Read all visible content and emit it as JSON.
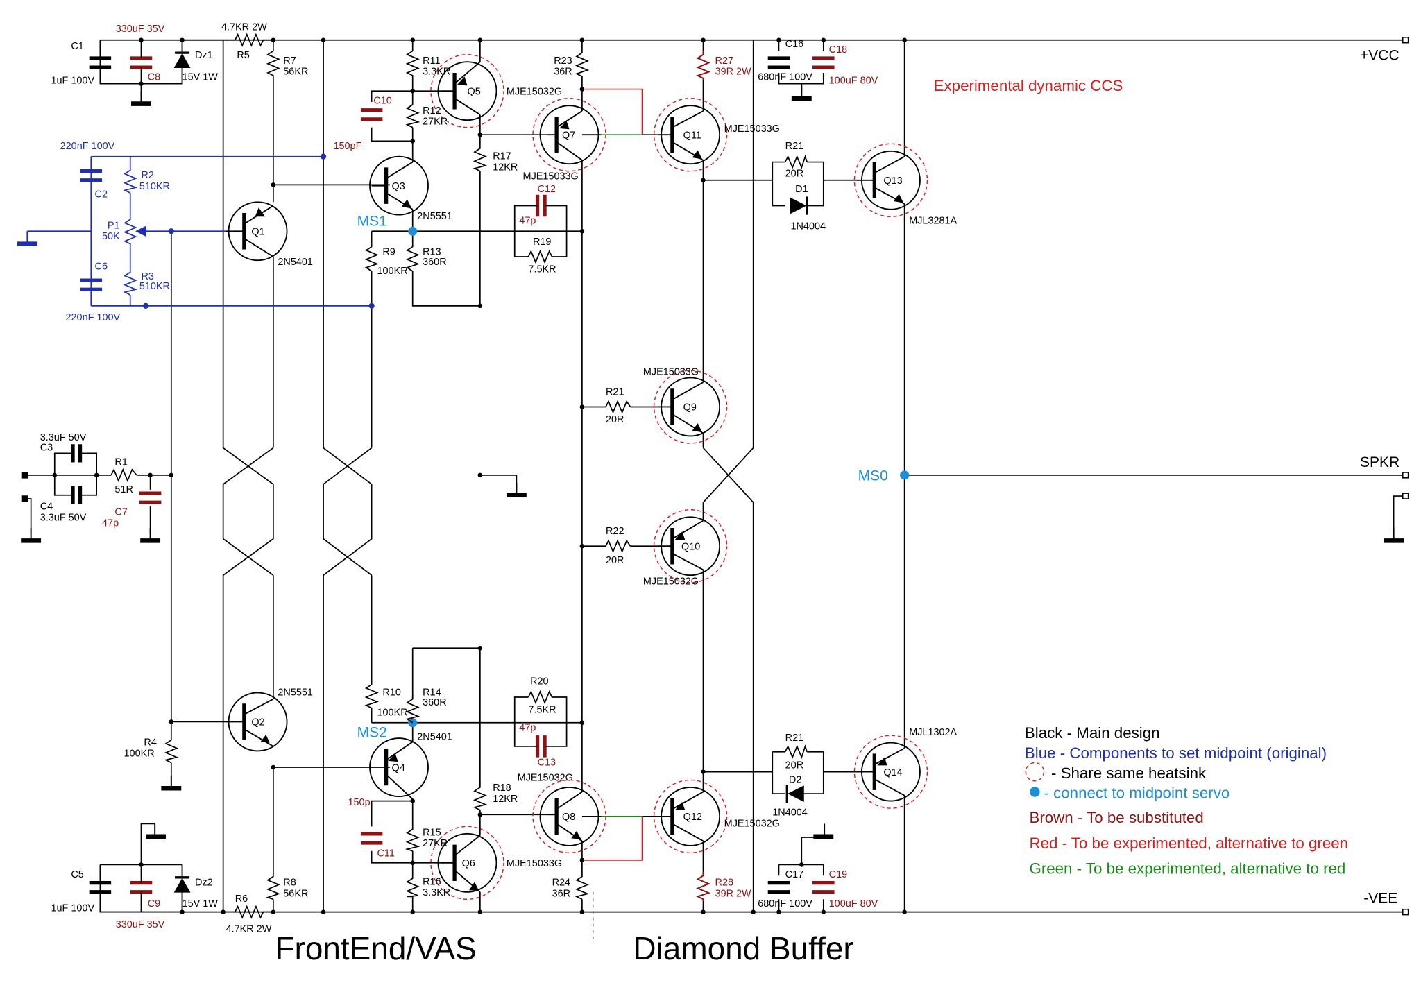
{
  "colors": {
    "main": "#000000",
    "midpoint": "#1f2fb0",
    "servo": "#1e8fd6",
    "substitute": "#8a1414",
    "experiment_red": "#d42020",
    "experiment_green": "#1a8a1a"
  },
  "rails": {
    "vcc": "+VCC",
    "vee": "-VEE",
    "speaker": "SPKR"
  },
  "sections": {
    "frontend": "FrontEnd/VAS",
    "buffer": "Diamond Buffer"
  },
  "note": "Experimental dynamic CCS",
  "nodes": {
    "ms0": "MS0",
    "ms1": "MS1",
    "ms2": "MS2"
  },
  "components": {
    "c1": {
      "ref": "C1",
      "value": "1uF 100V"
    },
    "c8": {
      "ref": "C8",
      "value": "330uF 35V"
    },
    "dz1": {
      "ref": "Dz1",
      "value": "15V 1W"
    },
    "r5": {
      "ref": "R5",
      "value": "4.7KR 2W"
    },
    "r7": {
      "ref": "R7",
      "value": "56KR"
    },
    "r11": {
      "ref": "R11",
      "value": "3.3KR"
    },
    "r12": {
      "ref": "R12",
      "value": "27KR"
    },
    "c10": {
      "ref": "C10",
      "value": "150pF"
    },
    "q5": {
      "ref": "Q5",
      "value": "MJE15032G"
    },
    "r23": {
      "ref": "R23",
      "value": "36R"
    },
    "r27": {
      "ref": "R27",
      "value": "39R 2W"
    },
    "c16": {
      "ref": "C16",
      "value": "680nF 100V"
    },
    "c18": {
      "ref": "C18",
      "value": "100uF 80V"
    },
    "q7": {
      "ref": "Q7",
      "value": "MJE15033G"
    },
    "q11": {
      "ref": "Q11",
      "value": "MJE15033G"
    },
    "r17": {
      "ref": "R17",
      "value": "12KR"
    },
    "c12": {
      "ref": "C12",
      "value": "47p"
    },
    "r19": {
      "ref": "R19",
      "value": "7.5KR"
    },
    "r21a": {
      "ref": "R21",
      "value": "20R"
    },
    "d1": {
      "ref": "D1",
      "value": "1N4004"
    },
    "q13": {
      "ref": "Q13",
      "value": "MJL3281A"
    },
    "c2": {
      "ref": "C2",
      "value": "220nF 100V"
    },
    "r2": {
      "ref": "R2",
      "value": "510KR"
    },
    "p1": {
      "ref": "P1",
      "value": "50K"
    },
    "r3": {
      "ref": "R3",
      "value": "510KR"
    },
    "c6": {
      "ref": "C6",
      "value": "220nF 100V"
    },
    "q1": {
      "ref": "Q1",
      "value": "2N5401"
    },
    "q3": {
      "ref": "Q3",
      "value": "2N5551"
    },
    "r9": {
      "ref": "R9",
      "value": "100KR"
    },
    "r13": {
      "ref": "R13",
      "value": "360R"
    },
    "q9": {
      "ref": "Q9",
      "value": "MJE15033G"
    },
    "r21b": {
      "ref": "R21",
      "value": "20R"
    },
    "c3": {
      "ref": "C3",
      "value": "3.3uF 50V"
    },
    "c4": {
      "ref": "C4",
      "value": "3.3uF 50V"
    },
    "r1": {
      "ref": "R1",
      "value": "51R"
    },
    "c7": {
      "ref": "C7",
      "value": "47p"
    },
    "q10": {
      "ref": "Q10",
      "value": "MJE15032G"
    },
    "r22": {
      "ref": "R22",
      "value": "20R"
    },
    "q2": {
      "ref": "Q2",
      "value": "2N5551"
    },
    "r4": {
      "ref": "R4",
      "value": "100KR"
    },
    "r10": {
      "ref": "R10",
      "value": "100KR"
    },
    "r14": {
      "ref": "R14",
      "value": "360R"
    },
    "q4": {
      "ref": "Q4",
      "value": "2N5401"
    },
    "r20": {
      "ref": "R20",
      "value": "7.5KR"
    },
    "c13": {
      "ref": "C13",
      "value": "47p"
    },
    "q14": {
      "ref": "Q14",
      "value": "MJL1302A"
    },
    "r21c": {
      "ref": "R21",
      "value": "20R"
    },
    "d2": {
      "ref": "D2",
      "value": "1N4004"
    },
    "c11": {
      "ref": "C11",
      "value": "150p"
    },
    "r15": {
      "ref": "R15",
      "value": "27KR"
    },
    "r16": {
      "ref": "R16",
      "value": "3.3KR"
    },
    "q6": {
      "ref": "Q6",
      "value": "MJE15033G"
    },
    "r18": {
      "ref": "R18",
      "value": "12KR"
    },
    "q8": {
      "ref": "Q8",
      "value": "MJE15032G"
    },
    "q12": {
      "ref": "Q12",
      "value": "MJE15032G"
    },
    "r24": {
      "ref": "R24",
      "value": "36R"
    },
    "r28": {
      "ref": "R28",
      "value": "39R 2W"
    },
    "c5": {
      "ref": "C5",
      "value": "1uF 100V"
    },
    "c9": {
      "ref": "C9",
      "value": "330uF 35V"
    },
    "dz2": {
      "ref": "Dz2",
      "value": "15V 1W"
    },
    "r6": {
      "ref": "R6",
      "value": "4.7KR 2W"
    },
    "r8": {
      "ref": "R8",
      "value": "56KR"
    },
    "c17": {
      "ref": "C17",
      "value": "680nF 100V"
    },
    "c19": {
      "ref": "C19",
      "value": "100uF 80V"
    }
  },
  "legend": {
    "black": "Black - Main design",
    "blue": "Blue - Components to set midpoint (original)",
    "heatsink": "- Share same heatsink",
    "servo": "- connect to midpoint servo",
    "brown": "Brown - To be substituted",
    "red": "Red - To be experimented, alternative to green",
    "green": "Green - To be experimented, alternative to red"
  }
}
